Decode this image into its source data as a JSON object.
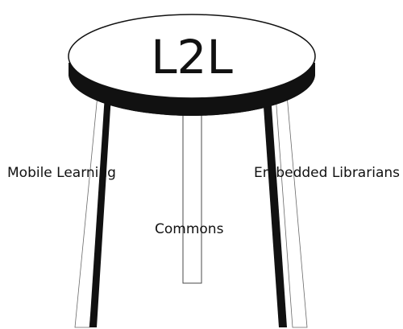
{
  "seat": {
    "title": "L2L"
  },
  "legs": {
    "left_label": "Mobile Learning",
    "center_label": "Commons",
    "right_label": "Embedded Librarians"
  }
}
